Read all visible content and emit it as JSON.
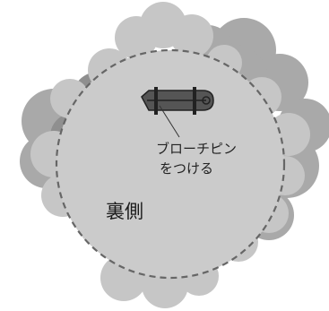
{
  "labels": {
    "callout_line1": "ブローチピン",
    "callout_line2": "をつける",
    "side": "裏側"
  },
  "colors": {
    "back_flower": "#a8a8a8",
    "mid_flower": "#8d8d8d",
    "front_flower": "#c8c8c8",
    "circle_fill": "#cbcbcb",
    "dash": "#666666",
    "pin": "#555555"
  }
}
